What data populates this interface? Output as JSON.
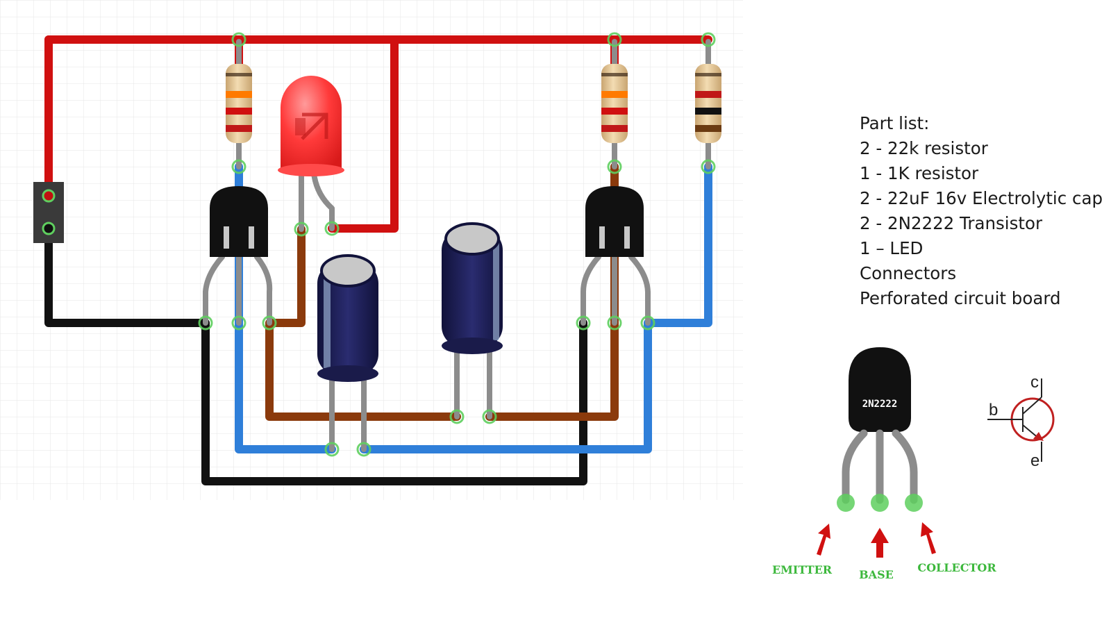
{
  "part_list": {
    "title": "Part list:",
    "items": [
      "2 - 22k resistor",
      "1 - 1K resistor",
      "2 - 22uF 16v Electrolytic cap",
      "2 - 2N2222 Transistor",
      "1 – LED",
      "Connectors",
      "Perforated circuit board"
    ]
  },
  "transistor_detail": {
    "marking": "2N2222",
    "pins": {
      "emitter": "EMITTER",
      "base": "BASE",
      "collector": "COLLECTOR"
    }
  },
  "symbol": {
    "base": "b",
    "collector": "c",
    "emitter": "e"
  },
  "colors": {
    "positive_wire": "#d01010",
    "ground_wire": "#111111",
    "blue_wire": "#2f7fd9",
    "brown_wire": "#8b3a0c",
    "pad": "#5fcf5f",
    "led": "#ff3b3b",
    "capacitor": "#1e1f56",
    "label_green": "#3cb83c",
    "arrow": "#d01010"
  }
}
